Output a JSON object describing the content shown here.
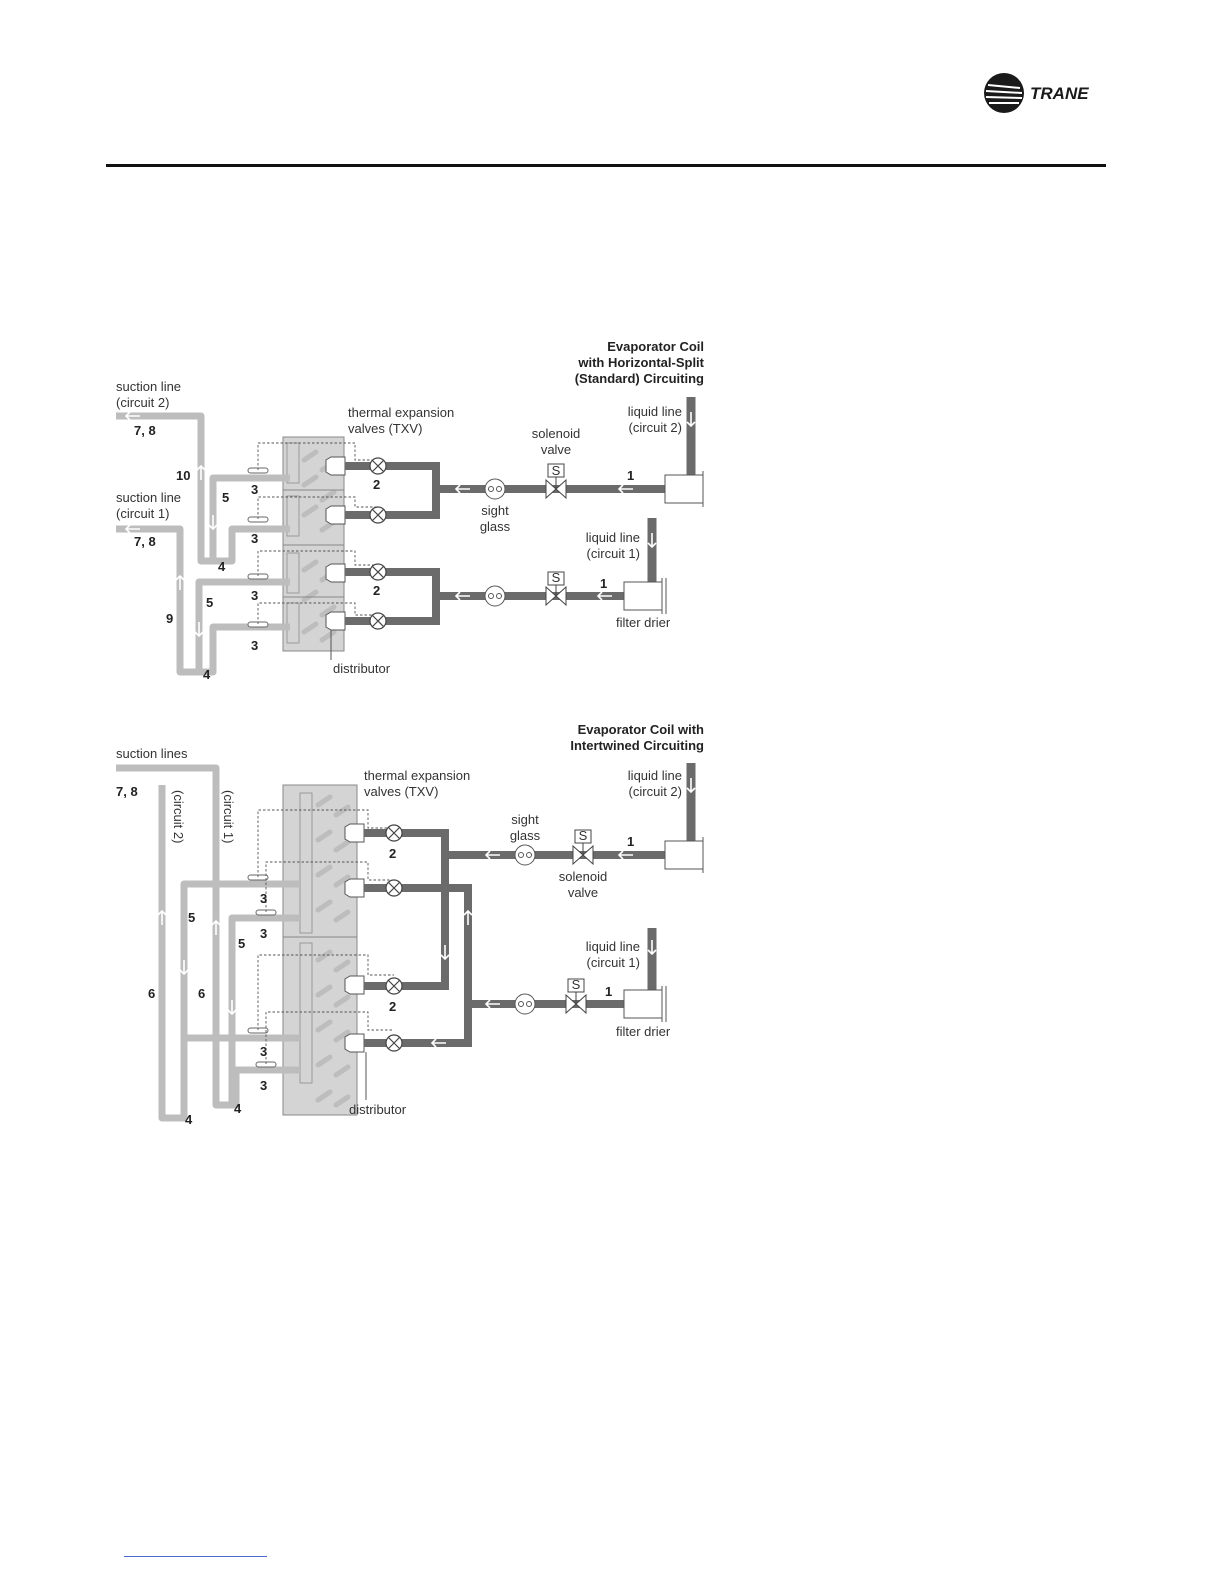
{
  "brand": {
    "name": "TRANE"
  },
  "diagram1": {
    "title_lines": [
      "Evaporator Coil",
      "with Horizontal-Split",
      "(Standard) Circuiting"
    ],
    "suction_c2": [
      "suction line",
      "(circuit 2)"
    ],
    "suction_c1": [
      "suction line",
      "(circuit 1)"
    ],
    "txv": [
      "thermal expansion",
      "valves (TXV)"
    ],
    "solenoid": [
      "solenoid",
      "valve"
    ],
    "liquid_c2": [
      "liquid line",
      "(circuit 2)"
    ],
    "liquid_c1": [
      "liquid line",
      "(circuit 1)"
    ],
    "sight": [
      "sight",
      "glass"
    ],
    "filter": "filter drier",
    "distributor": "distributor",
    "s": "S",
    "nums": {
      "n78": "7, 8",
      "n10": "10",
      "n9": "9",
      "n5": "5",
      "n4": "4",
      "n3": "3",
      "n2": "2",
      "n1": "1"
    }
  },
  "diagram2": {
    "title_lines": [
      "Evaporator Coil with",
      "Intertwined Circuiting"
    ],
    "suction": "suction lines",
    "c2": "(circuit 2)",
    "c1": "(circuit 1)",
    "txv": [
      "thermal expansion",
      "valves (TXV)"
    ],
    "sight": [
      "sight",
      "glass"
    ],
    "solenoid": [
      "solenoid",
      "valve"
    ],
    "liquid_c2": [
      "liquid line",
      "(circuit 2)"
    ],
    "liquid_c1": [
      "liquid line",
      "(circuit 1)"
    ],
    "filter": "filter drier",
    "distributor": "distributor",
    "s": "S",
    "nums": {
      "n78": "7, 8",
      "n6": "6",
      "n5": "5",
      "n4": "4",
      "n3": "3",
      "n2": "2",
      "n1": "1"
    }
  }
}
